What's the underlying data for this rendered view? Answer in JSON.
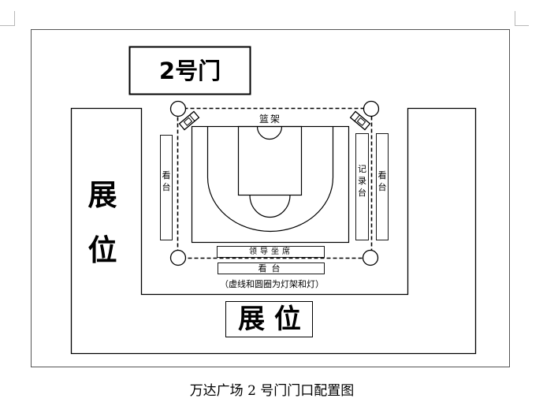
{
  "diagram": {
    "gate_label": "2号门",
    "hoop_label": "篮架",
    "left_stand_label": "看台",
    "right_record_label": "记录台",
    "right_stand_label": "看台",
    "vip_seats_label": "领导坐席",
    "bottom_stand_label": "看台",
    "note": "（虚线和圆圈为灯架和灯）",
    "left_booth_label": "展位",
    "bottom_booth_label": "展 位"
  },
  "caption": "万达广场 2 号门门口配置图",
  "colors": {
    "line": "#000000",
    "page_corner": "#b8b8b8"
  }
}
